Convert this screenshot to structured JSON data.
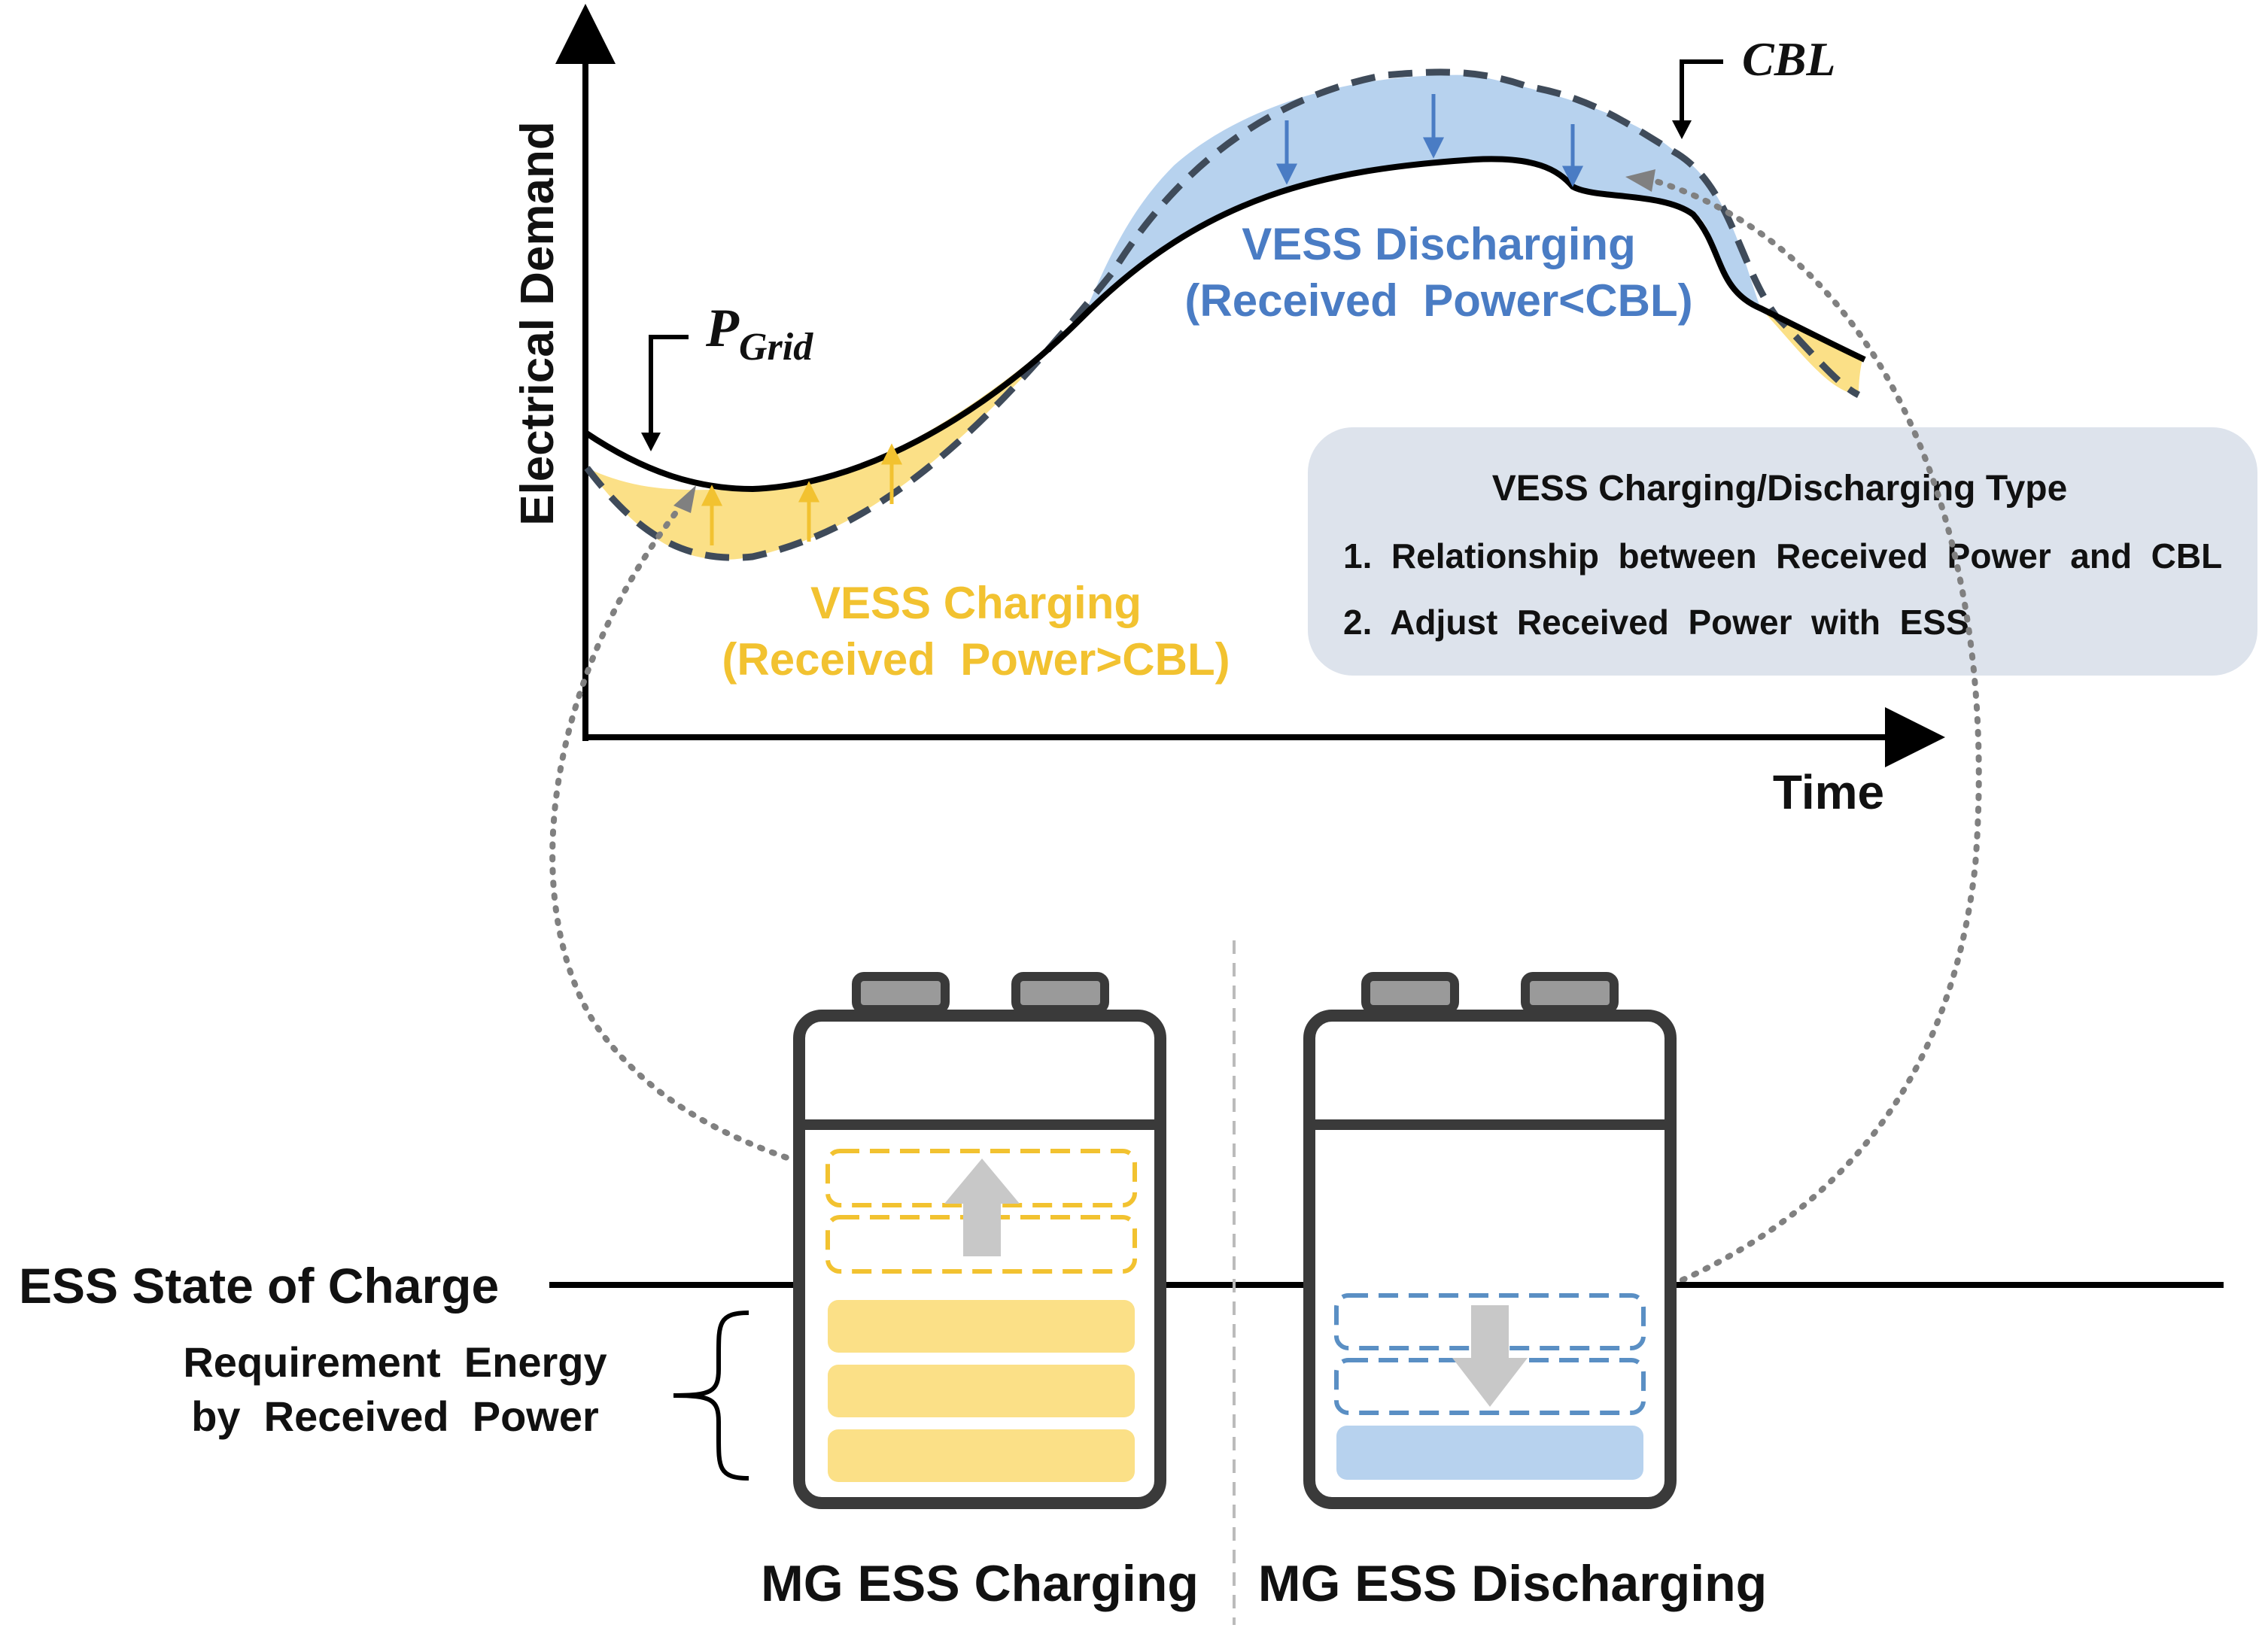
{
  "axes": {
    "y_label": "Electrical Demand",
    "x_label": "Time"
  },
  "curve_labels": {
    "cbl": "CBL",
    "p_grid_main": "P",
    "p_grid_sub": "Grid"
  },
  "regions": {
    "discharging": {
      "title": "VESS Discharging",
      "condition": "(Received  Power<CBL)"
    },
    "charging": {
      "title": "VESS Charging",
      "condition": "(Received  Power>CBL)"
    }
  },
  "info_box": {
    "title": "VESS Charging/Discharging Type",
    "items": [
      "1.  Relationship  between  Received  Power  and  CBL",
      "2.  Adjust  Received  Power  with  ESS"
    ]
  },
  "soc": {
    "label": "ESS State of Charge",
    "requirement_line1": "Requirement  Energy",
    "requirement_line2": "by  Received  Power"
  },
  "batteries": {
    "charging_label": "MG ESS Charging",
    "discharging_label": "MG ESS Discharging"
  },
  "colors": {
    "charging_fill": "#fbe087",
    "charging_text": "#f2c230",
    "discharging_fill": "#b7d2ee",
    "discharging_text": "#4a7cc4",
    "info_box_bg": "#dde3ec",
    "battery_stroke": "#3a3a3a"
  }
}
